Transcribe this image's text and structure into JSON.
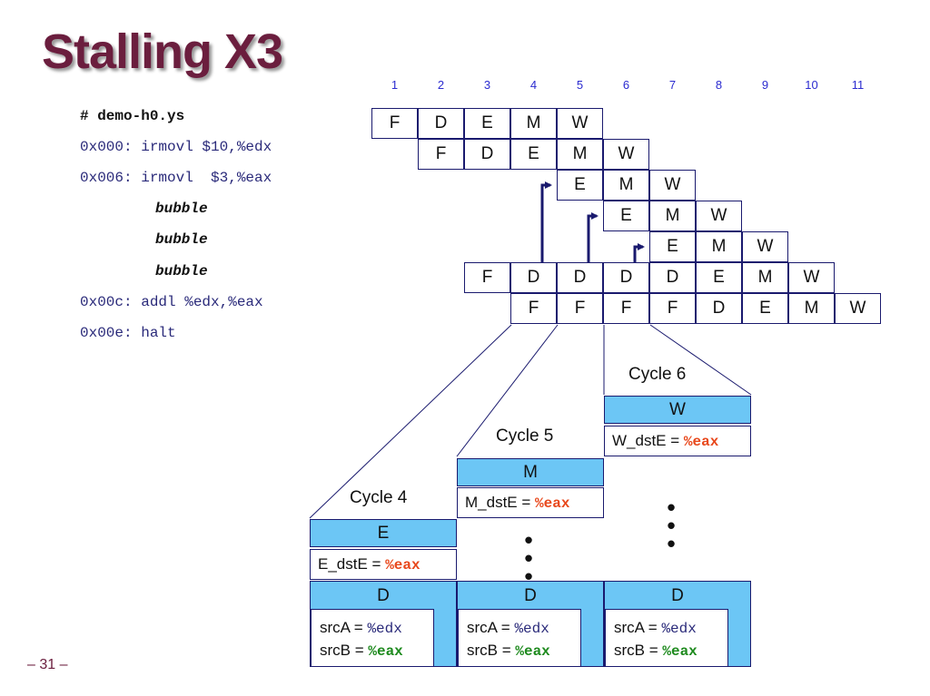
{
  "title": "Stalling X3",
  "slide_number": "– 31 –",
  "code": {
    "header": "# demo-h0.ys",
    "line1": "0x000: irmovl $10,%edx",
    "line2": "0x006: irmovl  $3,%eax",
    "bubble": "bubble",
    "line3": "0x00c: addl %edx,%eax",
    "line4": "0x00e: halt"
  },
  "cycles": [
    "1",
    "2",
    "3",
    "4",
    "5",
    "6",
    "7",
    "8",
    "9",
    "10",
    "11"
  ],
  "pipeline_rows": [
    {
      "start": 0,
      "stages": [
        "F",
        "D",
        "E",
        "M",
        "W"
      ]
    },
    {
      "start": 1,
      "stages": [
        "F",
        "D",
        "E",
        "M",
        "W"
      ]
    },
    {
      "start": 4,
      "stages": [
        "E",
        "M",
        "W"
      ]
    },
    {
      "start": 5,
      "stages": [
        "E",
        "M",
        "W"
      ]
    },
    {
      "start": 6,
      "stages": [
        "E",
        "M",
        "W"
      ]
    },
    {
      "start": 2,
      "stages": [
        "F",
        "D",
        "D",
        "D",
        "D",
        "E",
        "M",
        "W"
      ]
    },
    {
      "start": 3,
      "stages": [
        "F",
        "F",
        "F",
        "F",
        "D",
        "E",
        "M",
        "W"
      ]
    }
  ],
  "detail": {
    "cycle4": {
      "label": "Cycle 4",
      "stage_e": "E",
      "e_dste_label": "E_dstE = ",
      "e_dste_value": "%eax"
    },
    "cycle5": {
      "label": "Cycle 5",
      "stage_m": "M",
      "m_dste_label": "M_dstE = ",
      "m_dste_value": "%eax"
    },
    "cycle6": {
      "label": "Cycle 6",
      "stage_w": "W",
      "w_dste_label": "W_dstE = ",
      "w_dste_value": "%eax"
    },
    "d_stage": "D",
    "srca_label": "srcA = ",
    "srca_value": "%edx",
    "srcb_label": "srcB = ",
    "srcb_value": "%eax"
  },
  "colors": {
    "title": "#6b1e3e",
    "stage_fill": "#6cc6f5",
    "cycle_numbers": "#2b2bd0",
    "reg_red": "#e8481c",
    "reg_green": "#1e8a1e"
  }
}
